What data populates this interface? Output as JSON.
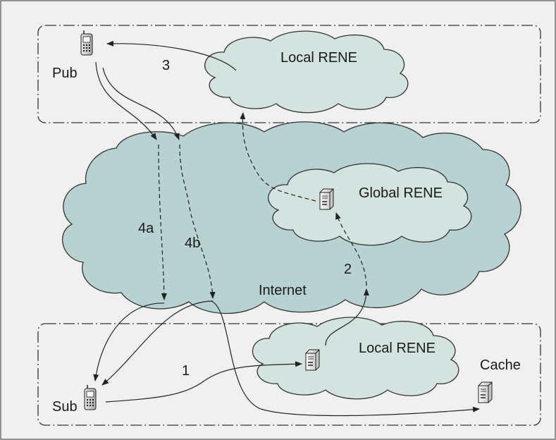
{
  "colors": {
    "background": "#f0f0f0",
    "internet_cloud": "#b7d2d0",
    "rene_cloud": "#d3e3df",
    "line": "#222222"
  },
  "labels": {
    "pub": "Pub",
    "sub": "Sub",
    "cache": "Cache",
    "local_rene_top": "Local RENE",
    "global_rene": "Global RENE",
    "local_rene_bottom": "Local RENE",
    "internet": "Internet",
    "step_1": "1",
    "step_2": "2",
    "step_3": "3",
    "step_4a": "4a",
    "step_4b": "4b"
  },
  "icons": {
    "pub_device": "mobile-phone-icon",
    "sub_device": "mobile-phone-icon",
    "global_server": "server-icon",
    "local_server": "server-icon",
    "cache_server": "server-icon"
  }
}
